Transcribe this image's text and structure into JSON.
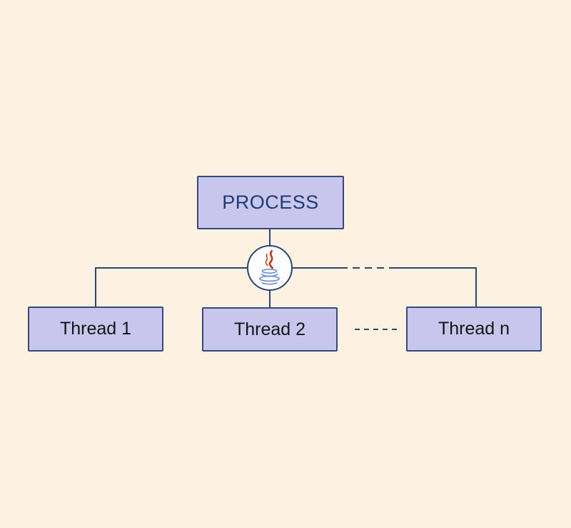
{
  "diagram": {
    "process": {
      "label": "PROCESS"
    },
    "java_icon": {
      "name": "java-logo"
    },
    "threads": [
      {
        "label": "Thread 1"
      },
      {
        "label": "Thread 2"
      },
      {
        "label": "Thread n"
      }
    ],
    "colors": {
      "background": "#fdf2e2",
      "box_fill": "#c9c6ee",
      "box_border": "#34497b",
      "process_text": "#1d3b72",
      "thread_text": "#141414",
      "connector": "#2b4570",
      "circle_fill": "#fdfdfe",
      "flame_main": "#c03d1a",
      "flame_soft": "#cf5527",
      "cup_blue": "#6e93d4"
    }
  }
}
